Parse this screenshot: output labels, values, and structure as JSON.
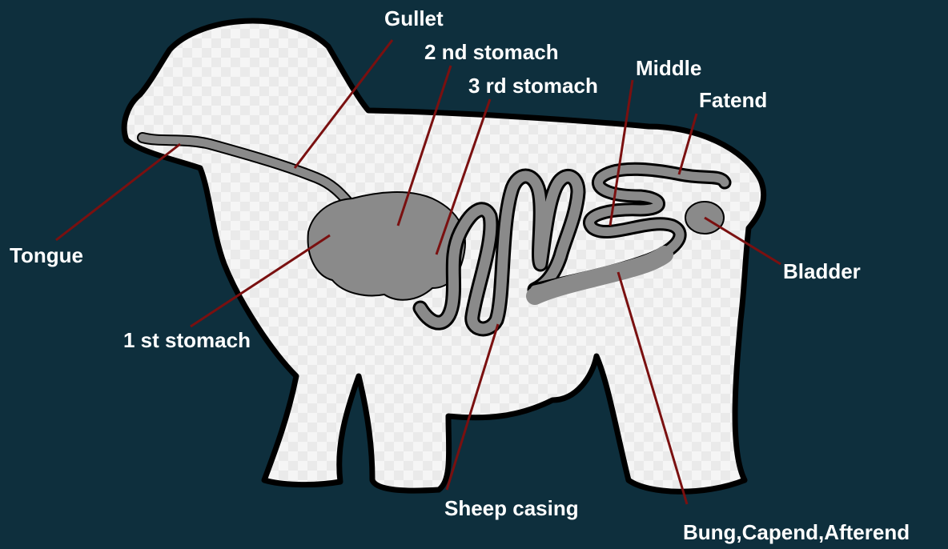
{
  "colors": {
    "background": "#0e2f3d",
    "body_fill": "#f3f3f3",
    "body_outline": "#000000",
    "organ_fill": "#8a8a8a",
    "leader_line": "#7a1010",
    "label_text": "#ffffff"
  },
  "labels": {
    "gullet": "Gullet",
    "second_stomach": "2 nd stomach",
    "third_stomach": "3 rd stomach",
    "middle": "Middle",
    "fatend": "Fatend",
    "tongue": "Tongue",
    "bladder": "Bladder",
    "first_stomach": "1 st stomach",
    "sheep_casing": "Sheep casing",
    "bung": "Bung,Capend,Afterend"
  }
}
